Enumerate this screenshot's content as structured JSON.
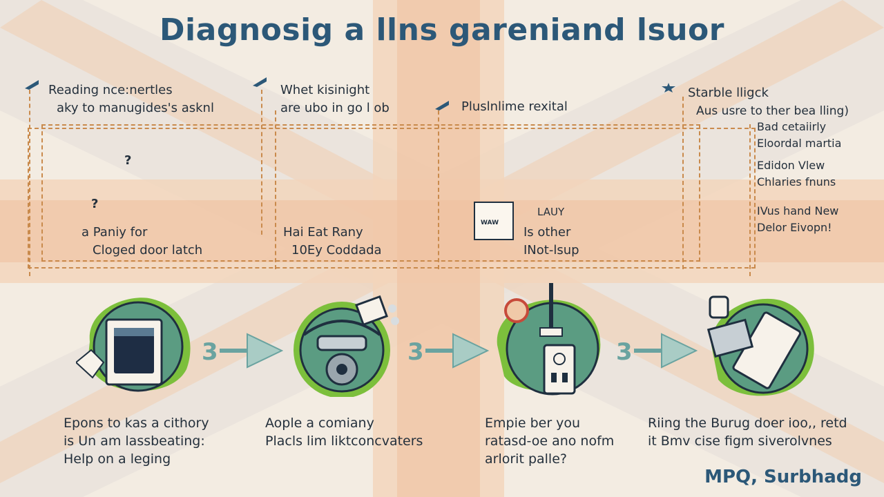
{
  "title": "Diagnosig a llns gareniand lsuor",
  "panels": [
    {
      "heading": "Reading nce:nertles",
      "subheading": "aky to manugides's asknl",
      "notes": [
        "?",
        "?"
      ],
      "caption1": "a Paniy for",
      "caption2": "Cloged door latch"
    },
    {
      "heading": "Whet kisinight",
      "subheading": "are ubo in go l ob",
      "caption1": "Hai Eat Rany",
      "caption2": "10Ey Coddada"
    },
    {
      "heading": "Pluslnlime rexital",
      "tag": "LAUY",
      "screen_label": "WAW",
      "caption1": "Is other",
      "caption2": "INot-lsup"
    },
    {
      "heading": "Starble lligck",
      "subheading": "Aus usre to ther bea lling)",
      "lines": [
        "Bad cetaiirly",
        "Eloordal martia",
        "Edidon Vlew",
        "Chlaries fnuns",
        "IVus hand New",
        "Delor Eivopn!"
      ]
    }
  ],
  "steps": [
    {
      "lines": [
        "Epons to kas a cithory",
        "is Un am lassbeating:",
        "Help on a leging"
      ]
    },
    {
      "lines": [
        "Aople a comiany",
        "Placls lim liktconcvaters"
      ]
    },
    {
      "lines": [
        "Empie ber you",
        "ratasd-oe ano nofm",
        "arlorit palle?"
      ]
    },
    {
      "lines": [
        "Riing the Burug doer ioo,, retd",
        "it Bmv cise figm siverolvnes"
      ]
    }
  ],
  "connector_number": "3",
  "footer": "MPQ, Surbhadg",
  "colors": {
    "accent": "#2c5878",
    "flag_red": "#f0c9a8",
    "green": "#7cbf3c",
    "circle": "#5b9c82",
    "dash": "#c98a4c",
    "arrow": "#6aa3a0"
  }
}
